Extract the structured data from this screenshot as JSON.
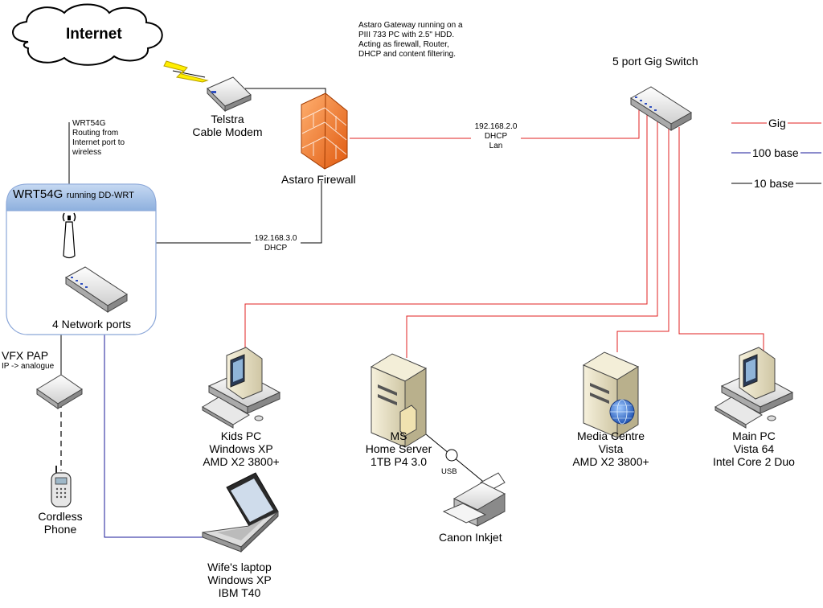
{
  "cloud": {
    "label": "Internet"
  },
  "gateway_note": [
    "Astaro Gateway running on a",
    "PIII 733 PC with 2.5\" HDD.",
    "Acting as firewall, Router,",
    "DHCP and content filtering."
  ],
  "switch_title": "5 port Gig Switch",
  "legend": [
    {
      "label": "Gig",
      "color": "#e02020"
    },
    {
      "label": "100 base",
      "color": "#1a1a9a"
    },
    {
      "label": "10 base",
      "color": "#000000"
    }
  ],
  "modem": {
    "line1": "Telstra",
    "line2": "Cable Modem"
  },
  "firewall": {
    "label": "Astaro Firewall"
  },
  "link_lan": {
    "line1": "192.168.2.0",
    "line2": "DHCP",
    "line3": "Lan"
  },
  "link_wan": {
    "line1": "192.168.3.0",
    "line2": "DHCP"
  },
  "wrt_note": [
    "WRT54G",
    "Routing from",
    "Internet port to",
    "wireless"
  ],
  "wrt_box": {
    "title": "WRT54G",
    "subtitle": "running DD-WRT",
    "ports": "4 Network ports"
  },
  "vfx": {
    "title": "VFX PAP",
    "subtitle": "IP -> analogue"
  },
  "phone": {
    "line1": "Cordless",
    "line2": "Phone"
  },
  "kids_pc": {
    "line1": "Kids PC",
    "line2": "Windows XP",
    "line3": "AMD X2 3800+"
  },
  "home_server": {
    "line1": "MS",
    "line2": "Home Server",
    "line3": "1TB P4 3.0"
  },
  "usb_label": "USB",
  "printer": {
    "label": "Canon Inkjet"
  },
  "media_centre": {
    "line1": "Media Centre",
    "line2": "Vista",
    "line3": "AMD X2 3800+"
  },
  "main_pc": {
    "line1": "Main PC",
    "line2": "Vista 64",
    "line3": "Intel Core 2 Duo"
  },
  "laptop": {
    "line1": "Wife's laptop",
    "line2": "Windows XP",
    "line3": "IBM T40"
  }
}
